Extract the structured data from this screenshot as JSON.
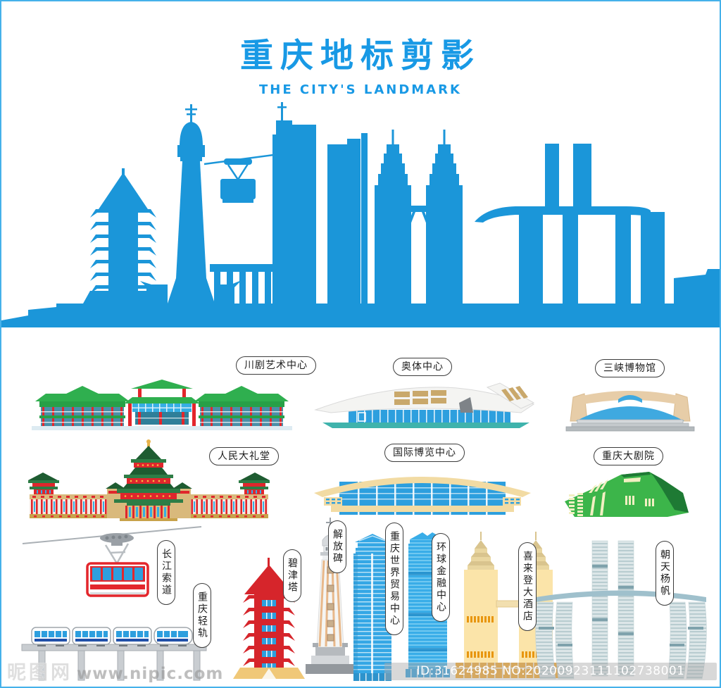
{
  "header": {
    "title": "重庆地标剪影",
    "subtitle": "THE CITY'S LANDMARK",
    "accent_color": "#1899E5"
  },
  "skyline": {
    "description": "chongqing-city-skyline-silhouette",
    "color": "#1B96D9"
  },
  "landmarks": [
    {
      "label": "川剧艺术中心"
    },
    {
      "label": "奥体中心"
    },
    {
      "label": "三峡博物馆"
    },
    {
      "label": "人民大礼堂"
    },
    {
      "label": "国际博览中心"
    },
    {
      "label": "重庆大剧院"
    },
    {
      "label": "长江索道"
    },
    {
      "label": "重庆轻轨"
    },
    {
      "label": "碧津塔"
    },
    {
      "label": "解放碑"
    },
    {
      "label": "重庆世界贸易中心"
    },
    {
      "label": "环球金融中心"
    },
    {
      "label": "喜来登大酒店"
    },
    {
      "label": "朝天杨帆"
    }
  ],
  "watermark": {
    "site_name": "昵图网",
    "site_url": "www.nipic.com",
    "id_text": "ID:31624985 NO:20200923111102738001"
  }
}
